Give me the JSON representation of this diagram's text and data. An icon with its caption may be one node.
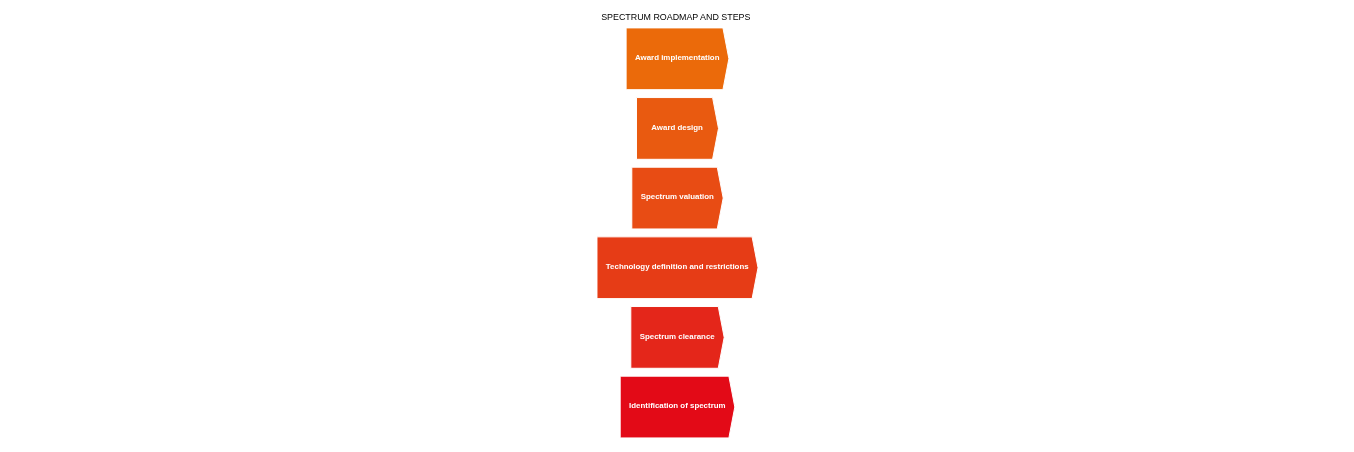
{
  "diagram": {
    "title": "SPECTRUM ROADMAP AND STEPS",
    "nodes": [
      {
        "text": [
          "Identification of spectrum"
        ]
      },
      {
        "text": [
          "Spectrum clearance"
        ]
      },
      {
        "text": [
          "Technology definition and restrictions"
        ]
      },
      {
        "text": [
          "Spectrum valuation"
        ]
      },
      {
        "text": [
          "Award design"
        ]
      },
      {
        "text": [
          "Award implementation"
        ]
      }
    ],
    "edges": []
  }
}
